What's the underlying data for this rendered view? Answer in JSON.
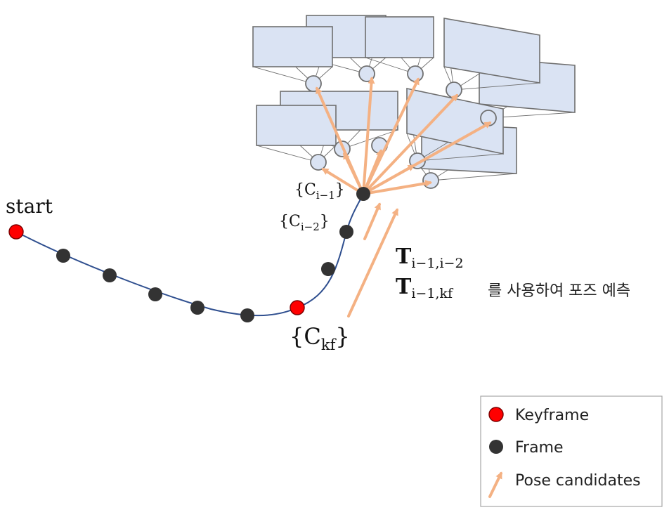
{
  "labels": {
    "start": "start",
    "c_i1": {
      "base": "{C",
      "sub": "i−1",
      "close": "}"
    },
    "c_i2": {
      "base": "{C",
      "sub": "i−2",
      "close": "}"
    },
    "c_kf": {
      "base": "{C",
      "sub": "kf",
      "close": "}"
    },
    "t_prev": {
      "base": "T",
      "sub": "i−1,i−2"
    },
    "t_kf": {
      "base": "T",
      "sub": "i−1,kf"
    },
    "predict_text": "를 사용하여 포즈 예측"
  },
  "legend": {
    "keyframe": "Keyframe",
    "frame": "Frame",
    "pose": "Pose candidates"
  },
  "colors": {
    "keyframe": "#ff0000",
    "frame": "#333333",
    "pose_arrow": "#f4b183",
    "trajectory": "#2f4f8f",
    "frustum_fill": "#dae3f3"
  }
}
